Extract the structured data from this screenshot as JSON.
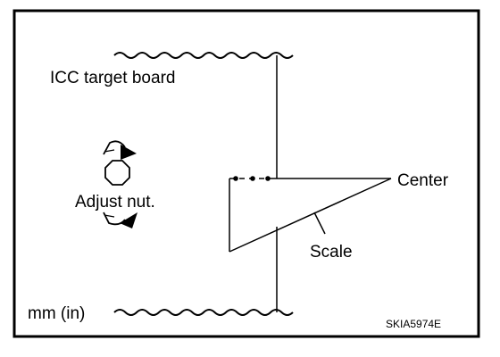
{
  "labels": {
    "target_board": "ICC target board",
    "adjust_nut": "Adjust nut.",
    "center": "Center",
    "scale": "Scale",
    "unit": "mm (in)",
    "figure_code": "SKIA5974E"
  },
  "colors": {
    "ink": "#000000",
    "background": "#ffffff"
  },
  "icons": [
    "rotate-arrow-icon",
    "hex-nut-icon",
    "rotate-arrow-icon"
  ]
}
